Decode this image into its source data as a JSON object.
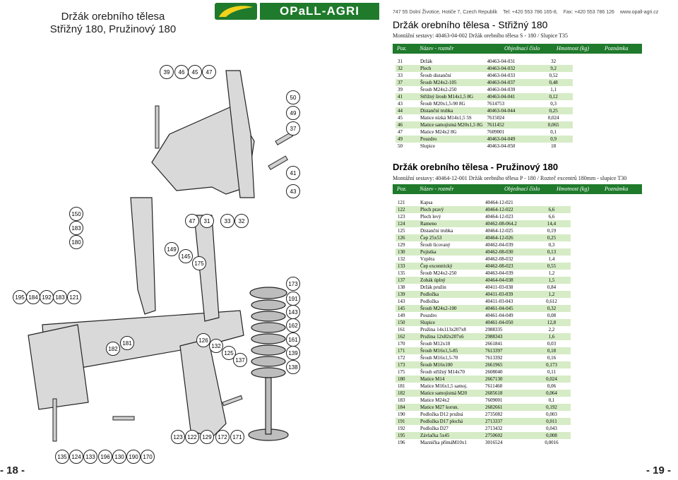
{
  "left_header": {
    "line1": "Držák orebního tělesa",
    "line2": "Střižný 180,   Pružinový 180"
  },
  "logo": {
    "brand": "OPaLL-AGRI"
  },
  "contact": {
    "address": "747 55 Dolní Životice, Hotiče 7, Czech Republik",
    "tel": "Tel: +420 553 786 165-8,",
    "fax": "Fax: +420 553 786 126",
    "web": "www.opall-agri.cz"
  },
  "section1": {
    "title": "Držák orebního tělesa - Střižný 180",
    "montaz": "Montážní sestavy: 40463-04-002 Držák orebního tělesa S - 180 / Slupice T35",
    "headers": [
      "Poz.",
      "Název - rozměr",
      "Objednací číslo",
      "Hmotnost (kg)",
      "Poznámka"
    ],
    "rows": [
      [
        "31",
        "Držák",
        "40463-04-031",
        "32"
      ],
      [
        "32",
        "Plech",
        "40463-04-032",
        "9,2"
      ],
      [
        "33",
        "Šroub distanční",
        "40463-04-033",
        "0,52"
      ],
      [
        "37",
        "Šroub M24x2-105",
        "40463-04-037",
        "0,48"
      ],
      [
        "39",
        "Šroub M24x2-250",
        "40463-04-039",
        "1,1"
      ],
      [
        "41",
        "Střižný šroub M14x1,5 8G",
        "40463-04-041",
        "0,12"
      ],
      [
        "43",
        "Šroub M20x1,5-90 8G",
        "7614753",
        "0,3"
      ],
      [
        "44",
        "Distanční trubka",
        "40463-04-044",
        "0,25"
      ],
      [
        "45",
        "Matice nízká M14x1,5 5S",
        "7615024",
        "0,024"
      ],
      [
        "46",
        "Matice samojistná M20x1,5 8G",
        "7611452",
        "0,065"
      ],
      [
        "47",
        "Matice M24x2 8G",
        "7609001",
        "0,1"
      ],
      [
        "49",
        "Pouzdro",
        "40463-04-049",
        "0,9"
      ],
      [
        "50",
        "Slupice",
        "40463-04-050",
        "18"
      ]
    ]
  },
  "section2": {
    "title": "Držák orebního tělesa - Pružinový 180",
    "montaz": "Montážní sestavy: 40464-12-001 Držák orebního tělesa P - 180 / Rozteč excentrů 180mm - slupice T30",
    "headers": [
      "Poz.",
      "Název - rozměr",
      "Objednací číslo",
      "Hmotnost (kg)",
      "Poznámka"
    ],
    "rows": [
      [
        "121",
        "Kapsa",
        "40464-12-021",
        ""
      ],
      [
        "122",
        "Plech pravý",
        "40464-12-022",
        "6,6"
      ],
      [
        "123",
        "Plech levý",
        "40464-12-023",
        "6,6"
      ],
      [
        "124",
        "Rameno",
        "40462-08-064.2",
        "14,4"
      ],
      [
        "125",
        "Distanční trubka",
        "40464-12-025",
        "0,19"
      ],
      [
        "126",
        "Čep 25x53",
        "40464-12-026",
        "0,25"
      ],
      [
        "129",
        "Šroub lícovaný",
        "40462-04-039",
        "0,3"
      ],
      [
        "130",
        "Pojistka",
        "40462-08-030",
        "0,13"
      ],
      [
        "132",
        "Vzpěra",
        "40462-08-032",
        "1,4"
      ],
      [
        "133",
        "Čep excentrický",
        "40462-08-023",
        "0,55"
      ],
      [
        "135",
        "Šroub M24x2-250",
        "40463-04-039",
        "1,2"
      ],
      [
        "137",
        "Zobák úplný",
        "40464-04-038",
        "1,5"
      ],
      [
        "138",
        "Držák pružin",
        "40411-03-038",
        "0,84"
      ],
      [
        "139",
        "Podložka",
        "40411-03-039",
        "1,2"
      ],
      [
        "143",
        "Podložka",
        "40411-03-043",
        "0,612"
      ],
      [
        "145",
        "Šroub M24x2-100",
        "40461-04-045",
        "0,32"
      ],
      [
        "149",
        "Pouzdro",
        "40461-04-049",
        "0,08"
      ],
      [
        "150",
        "Slupice",
        "40461-04-050",
        "12,8"
      ],
      [
        "161",
        "Pružina 14x113x207x8",
        "2988335",
        "2,2"
      ],
      [
        "162",
        "Pružina 12x82x207x6",
        "2988343",
        "1,6"
      ],
      [
        "170",
        "Šroub M12x18",
        "2661841",
        "0,03"
      ],
      [
        "171",
        "Šroub M16x1,5-85",
        "7613397",
        "0,18"
      ],
      [
        "172",
        "Šroub M16x1,5-70",
        "7613392",
        "0,16"
      ],
      [
        "173",
        "Šroub M16x100",
        "2661965",
        "0,173"
      ],
      [
        "175",
        "Šroub střižný M14x70",
        "2608040",
        "0,11"
      ],
      [
        "180",
        "Matice M14",
        "2667130",
        "0,024"
      ],
      [
        "181",
        "Matice M16x1,5 samoj.",
        "7611460",
        "0,06"
      ],
      [
        "182",
        "Matice samojistná M20",
        "2685618",
        "0,064"
      ],
      [
        "183",
        "Matice M24x2",
        "7609001",
        "0,1"
      ],
      [
        "184",
        "Matice M27 korun.",
        "2682661",
        "0,192"
      ],
      [
        "190",
        "Podložka D12 pružná",
        "2735082",
        "0,003"
      ],
      [
        "191",
        "Podložka D17 plochá",
        "2713337",
        "0,011"
      ],
      [
        "192",
        "Podložka D27",
        "2713432",
        "0,043"
      ],
      [
        "195",
        "Závlačka 5x45",
        "2750602",
        "0,008"
      ],
      [
        "196",
        "Maznička přímáM10x1",
        "3016524",
        "0,0016"
      ]
    ]
  },
  "callouts": [
    "39",
    "46",
    "45",
    "47",
    "50",
    "49",
    "37",
    "41",
    "43",
    "150",
    "183",
    "180",
    "47",
    "31",
    "33",
    "32",
    "149",
    "145",
    "175",
    "195",
    "184",
    "192",
    "183",
    "121",
    "173",
    "191",
    "143",
    "162",
    "161",
    "139",
    "138",
    "182",
    "181",
    "126",
    "132",
    "125",
    "137",
    "123",
    "122",
    "129",
    "172",
    "171",
    "135",
    "124",
    "133",
    "196",
    "130",
    "190",
    "170"
  ],
  "page_numbers": {
    "left": "- 18 -",
    "right": "- 19 -"
  }
}
